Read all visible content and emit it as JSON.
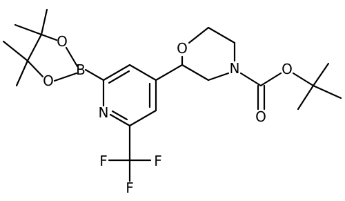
{
  "molecule": {
    "atom_labels": {
      "boron": "B",
      "boronate_oxygen_upper": "O",
      "boronate_oxygen_lower": "O",
      "pyridine_nitrogen": "N",
      "fluorine_left": "F",
      "fluorine_right": "F",
      "fluorine_bottom": "F",
      "morpholine_oxygen": "O",
      "morpholine_nitrogen": "N",
      "carbonyl_oxygen": "O",
      "ester_oxygen": "O"
    }
  }
}
